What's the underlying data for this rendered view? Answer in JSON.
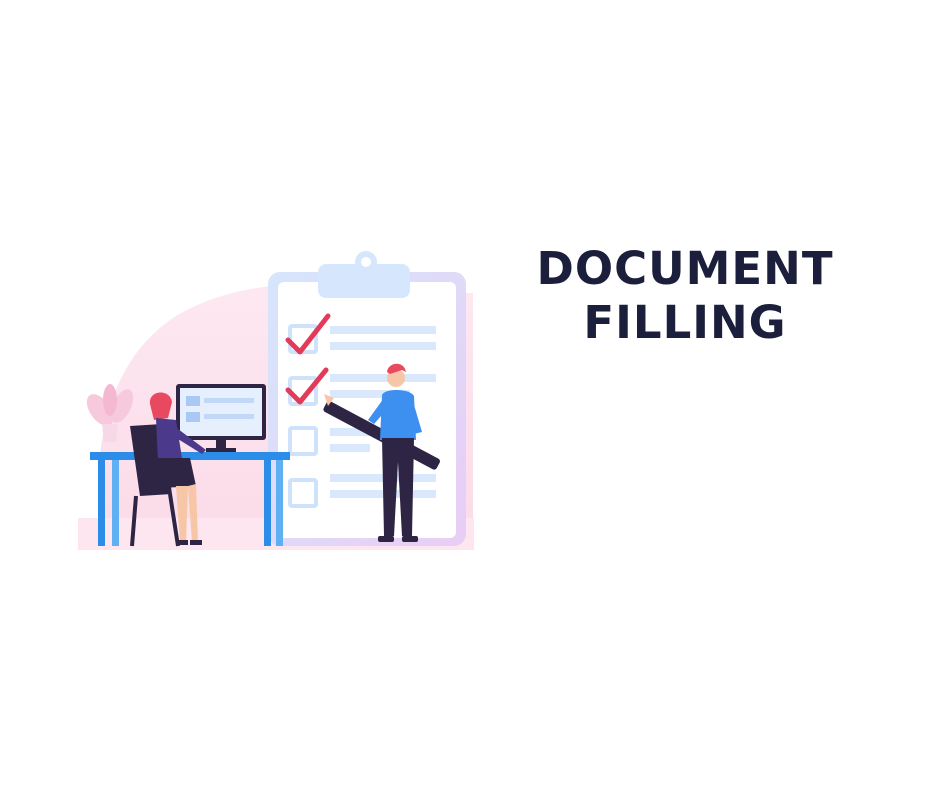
{
  "headline": {
    "line1": "DOCUMENT",
    "line2": "FILLING"
  },
  "illustration": {
    "subject": "checklist-clipboard-office-scene",
    "colors": {
      "background_blob": "#fbe3ee",
      "clipboard_frame": "#cfe2fb",
      "checkmark": "#e23b5a",
      "desk": "#2b8de8",
      "figure_dark": "#2e2444",
      "shirt": "#3d8ff0",
      "hair": "#e8495f",
      "text_title": "#1b1f3b"
    },
    "checklist": {
      "total_boxes": 4,
      "checked_boxes": 2
    }
  }
}
